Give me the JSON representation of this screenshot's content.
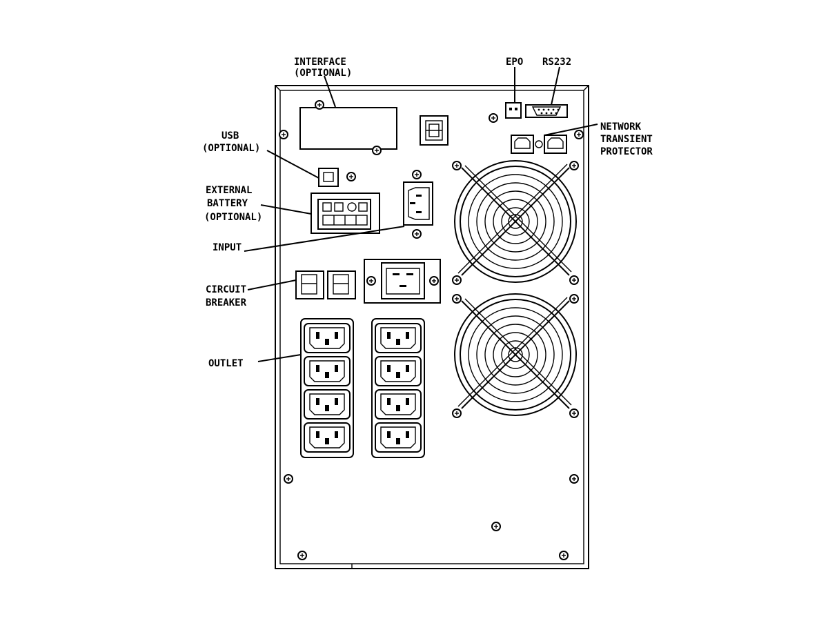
{
  "labels": {
    "interface_1": "INTERFACE",
    "interface_2": "(OPTIONAL)",
    "epo": "EPO",
    "rs232": "RS232",
    "network_1": "NETWORK",
    "network_2": "TRANSIENT",
    "network_3": "PROTECTOR",
    "usb_1": "USB",
    "usb_2": "(OPTIONAL)",
    "ext_batt_1": "EXTERNAL",
    "ext_batt_2": "BATTERY",
    "ext_batt_3": "(OPTIONAL)",
    "input": "INPUT",
    "breaker_1": "CIRCUIT",
    "breaker_2": "BREAKER",
    "outlet": "OUTLET"
  },
  "counts": {
    "outlet_columns": 2,
    "outlets_per_column": 4,
    "fans": 2,
    "circuit_breakers": 2
  }
}
